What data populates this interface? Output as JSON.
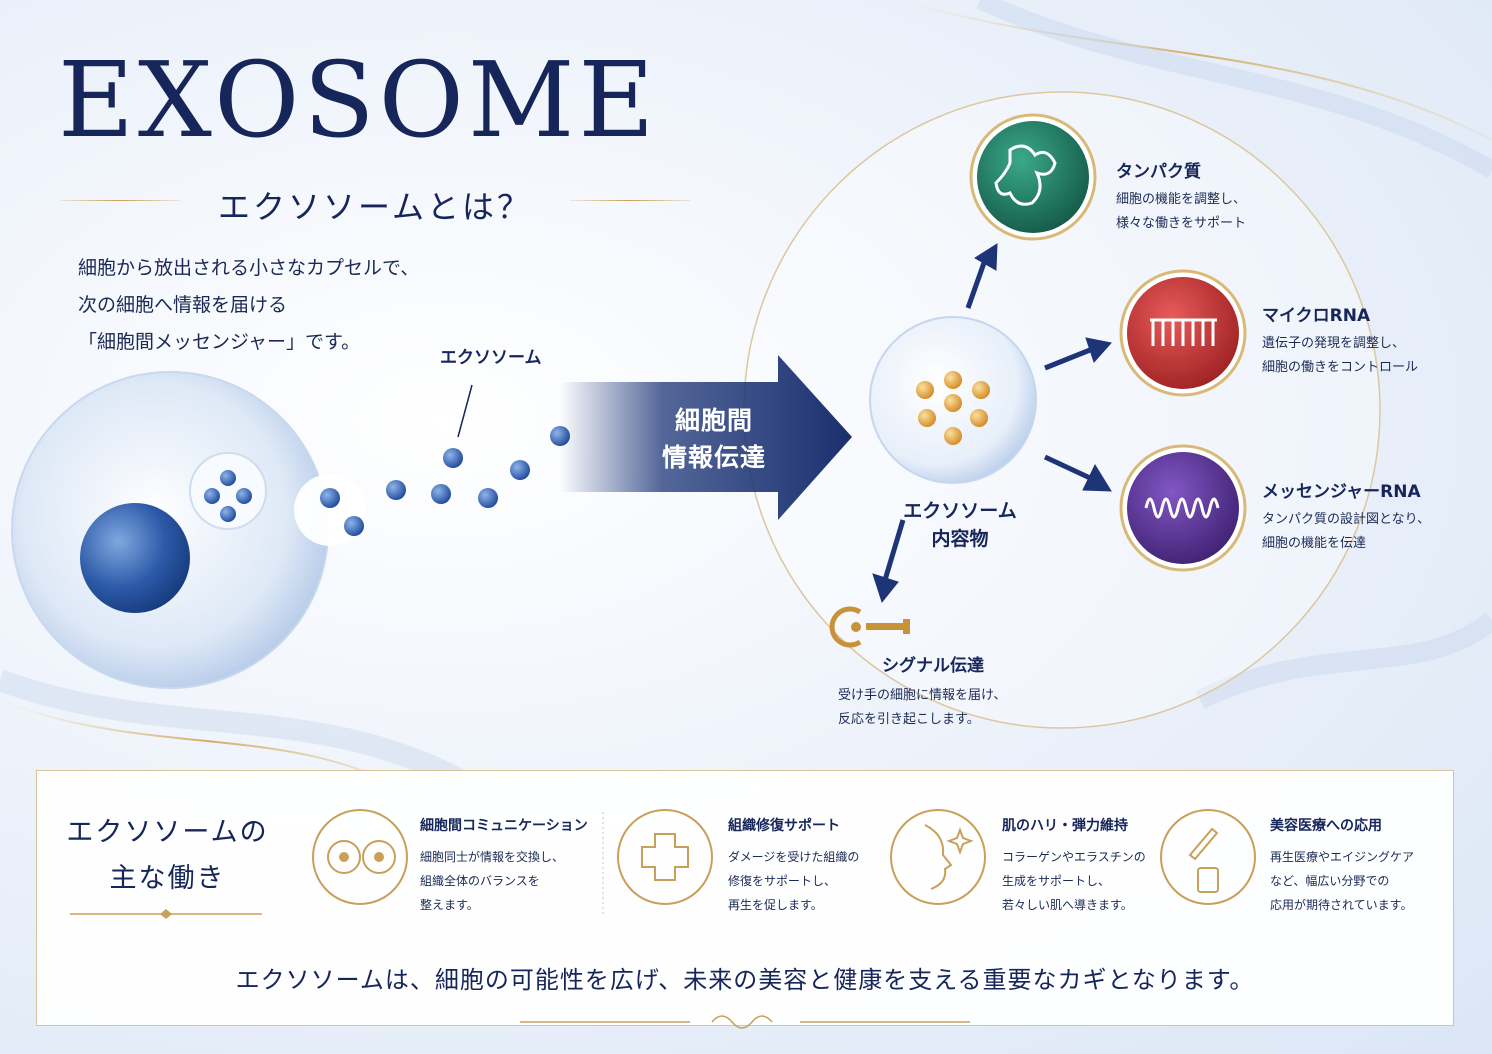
{
  "header": {
    "title": "EXOSOME",
    "subtitle": "エクソソームとは？",
    "intro": [
      "細胞から放出される小さなカプセルで、",
      "次の細胞へ情報を届ける",
      "「細胞間メッセンジャー」です。"
    ]
  },
  "diagram": {
    "exosome_label": "エクソソーム",
    "arrow_label_lines": [
      "細胞間",
      "情報伝達"
    ],
    "center_label_lines": [
      "エクソソーム",
      "内容物"
    ]
  },
  "contents": [
    {
      "title": "タンパク質",
      "desc": [
        "細胞の機能を調整し、",
        "様々な働きをサポート"
      ],
      "icon": "protein-icon",
      "color": "#1f7a64"
    },
    {
      "title": "マイクロRNA",
      "desc": [
        "遺伝子の発現を調整し、",
        "細胞の働きをコントロール"
      ],
      "icon": "microrna-icon",
      "color": "#c83a3a"
    },
    {
      "title": "メッセンジャーRNA",
      "desc": [
        "タンパク質の設計図となり、",
        "細胞の機能を伝達"
      ],
      "icon": "mrna-wave-icon",
      "color": "#5a3590"
    },
    {
      "title": "シグナル伝達",
      "desc": [
        "受け手の細胞に情報を届け、",
        "反応を引き起こします。"
      ],
      "icon": "signal-key-icon",
      "color": "#c8a05a"
    }
  ],
  "panel": {
    "title_lines": [
      "エクソソームの",
      "主な働き"
    ],
    "features": [
      {
        "title": "細胞間コミュニケーション",
        "desc": [
          "細胞同士が情報を交換し、",
          "組織全体のバランスを",
          "整えます。"
        ],
        "icon": "cell-communication-icon"
      },
      {
        "title": "組織修復サポート",
        "desc": [
          "ダメージを受けた組織の",
          "修復をサポートし、",
          "再生を促します。"
        ],
        "icon": "medical-cross-icon"
      },
      {
        "title": "肌のハリ・弾力維持",
        "desc": [
          "コラーゲンやエラスチンの",
          "生成をサポートし、",
          "若々しい肌へ導きます。"
        ],
        "icon": "face-sparkle-icon"
      },
      {
        "title": "美容医療への応用",
        "desc": [
          "再生医療やエイジングケア",
          "など、幅広い分野での",
          "応用が期待されています。"
        ],
        "icon": "dropper-bottle-icon"
      }
    ],
    "footer": "エクソソームは、細胞の可能性を広げ、未来の美容と健康を支える重要なカギとなります。"
  },
  "colors": {
    "navy": "#16265a",
    "gold": "#c8a05a",
    "background": "#eef3fb"
  }
}
